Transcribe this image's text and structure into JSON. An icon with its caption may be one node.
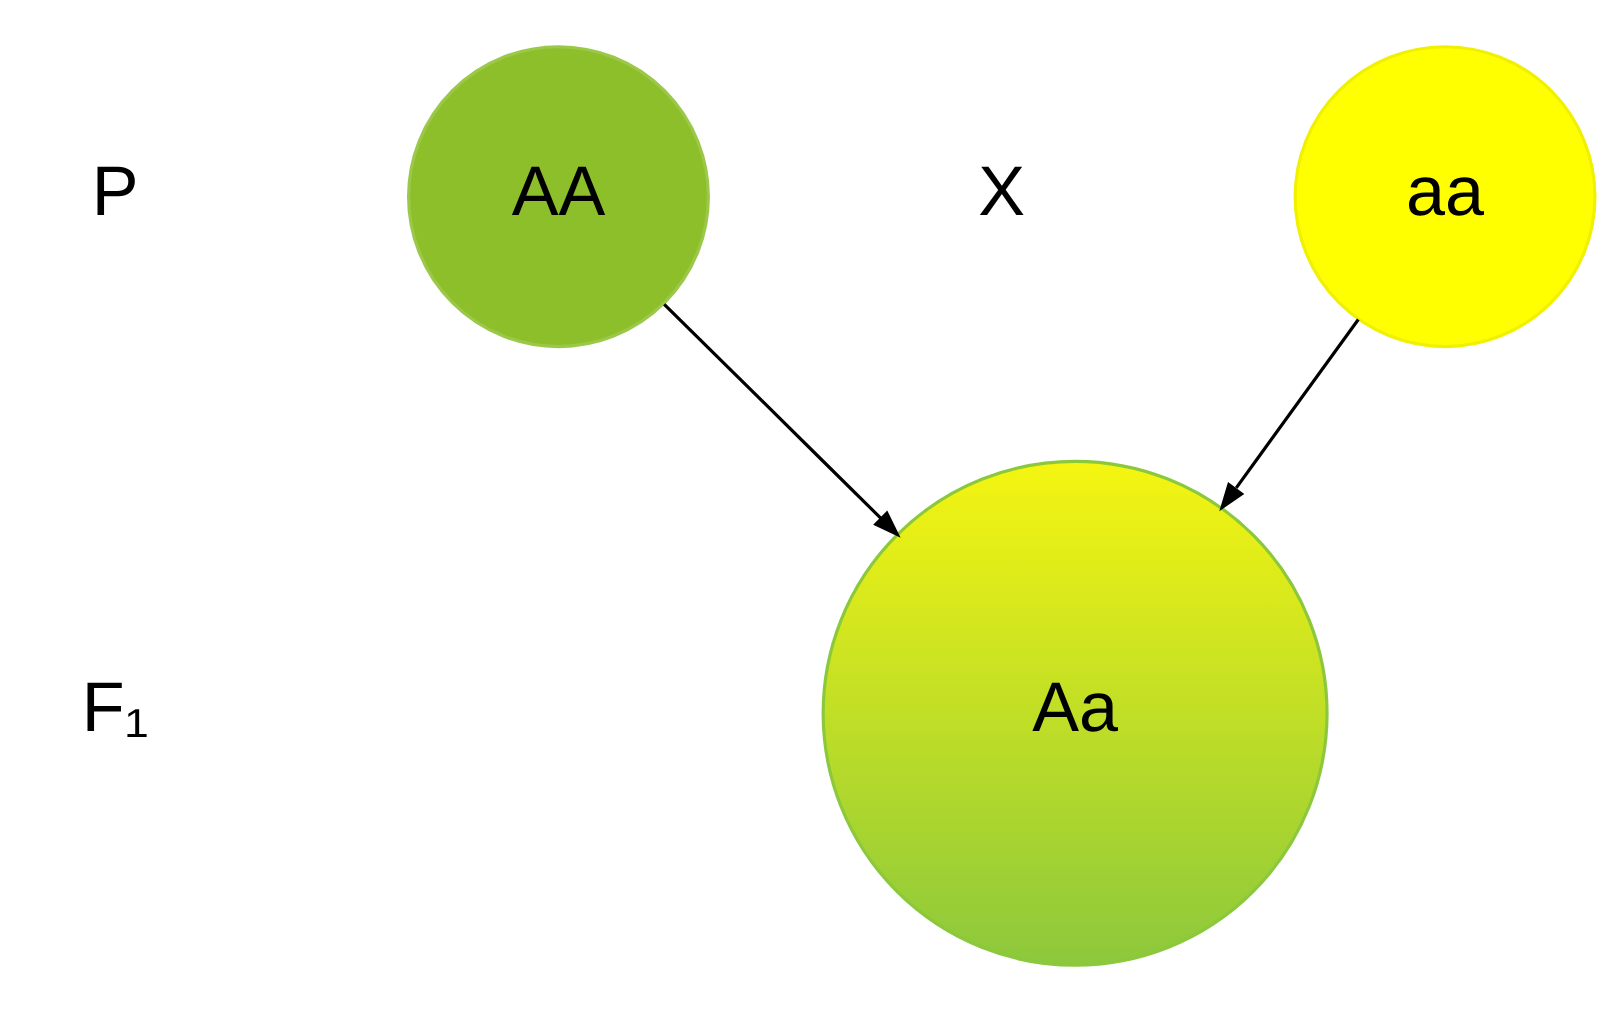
{
  "diagram": {
    "nodes": [
      {
        "text": [
          "AA"
        ]
      },
      {
        "text": [
          "aa"
        ]
      },
      {
        "text": [
          "Aa"
        ]
      }
    ],
    "edges": [
      {
        "from": 0,
        "to": 2,
        "arrow": "to"
      },
      {
        "from": 1,
        "to": 2,
        "arrow": "to"
      }
    ],
    "labels": [
      "P",
      "X",
      "F₁"
    ]
  }
}
